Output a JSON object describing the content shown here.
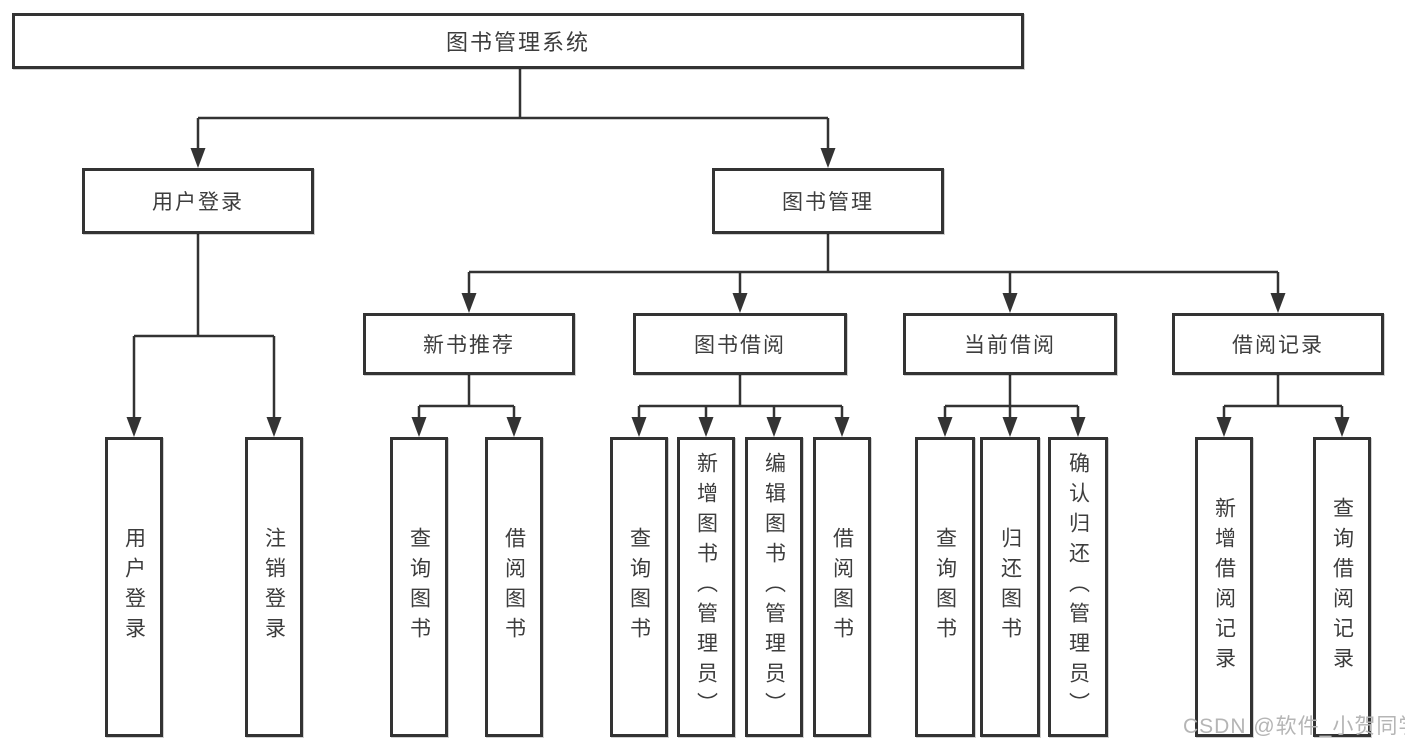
{
  "watermark": "CSDN @软件_小贺同学",
  "colors": {
    "line": "#333333",
    "text": "#3d3d3d",
    "box_background": "#ffffff",
    "watermark": "#b5b5b5"
  },
  "diagram": {
    "root": {
      "label": "图书管理系统"
    },
    "branches": [
      {
        "label": "用户登录",
        "children": [
          {
            "label": "用户登录"
          },
          {
            "label": "注销登录"
          }
        ]
      },
      {
        "label": "图书管理",
        "children": [
          {
            "label": "新书推荐",
            "children": [
              {
                "label": "查询图书"
              },
              {
                "label": "借阅图书"
              }
            ]
          },
          {
            "label": "图书借阅",
            "children": [
              {
                "label": "查询图书"
              },
              {
                "label": "新增图书（管理员）"
              },
              {
                "label": "编辑图书（管理员）"
              },
              {
                "label": "借阅图书"
              }
            ]
          },
          {
            "label": "当前借阅",
            "children": [
              {
                "label": "查询图书"
              },
              {
                "label": "归还图书"
              },
              {
                "label": "确认归还（管理员）"
              }
            ]
          },
          {
            "label": "借阅记录",
            "children": [
              {
                "label": "新增借阅记录"
              },
              {
                "label": "查询借阅记录"
              }
            ]
          }
        ]
      }
    ]
  }
}
